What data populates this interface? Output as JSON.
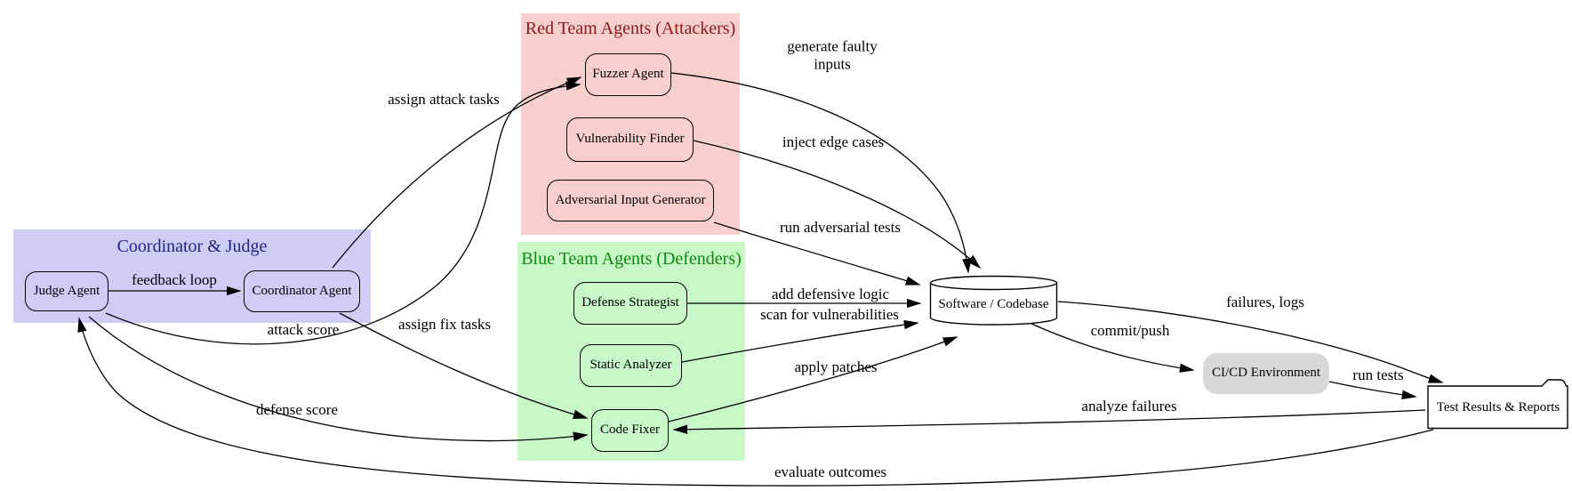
{
  "diagram": {
    "clusters": {
      "coordinator": {
        "title": "Coordinator & Judge",
        "bg": "#cdcdf6",
        "title_color": "#23238b"
      },
      "red_team": {
        "title": "Red Team Agents (Attackers)",
        "bg": "#f9cfcd",
        "title_color": "#8b1a1a"
      },
      "blue_team": {
        "title": "Blue Team Agents (Defenders)",
        "bg": "#c8f7c8",
        "title_color": "#0e8a0e"
      }
    },
    "nodes": {
      "judge": {
        "label": "Judge Agent",
        "shape": "rounded-rect",
        "fill": "#cdcdf6"
      },
      "coordinator": {
        "label": "Coordinator Agent",
        "shape": "rounded-rect",
        "fill": "#cdcdf6"
      },
      "fuzzer": {
        "label": "Fuzzer Agent",
        "shape": "rounded-rect",
        "fill": "#f9cfcd"
      },
      "vuln_finder": {
        "label": "Vulnerability Finder",
        "shape": "rounded-rect",
        "fill": "#f9cfcd"
      },
      "adv_input_gen": {
        "label": "Adversarial Input Generator",
        "shape": "rounded-rect",
        "fill": "#f9cfcd"
      },
      "defense_strategist": {
        "label": "Defense Strategist",
        "shape": "rounded-rect",
        "fill": "#c8f7c8"
      },
      "static_analyzer": {
        "label": "Static Analyzer",
        "shape": "rounded-rect",
        "fill": "#c8f7c8"
      },
      "code_fixer": {
        "label": "Code Fixer",
        "shape": "rounded-rect",
        "fill": "#c8f7c8"
      },
      "software": {
        "label": "Software / Codebase",
        "shape": "cylinder",
        "fill": "#ffffff"
      },
      "cicd": {
        "label": "CI/CD Environment",
        "shape": "rounded-rect",
        "fill": "#d8d8d8"
      },
      "test_results": {
        "label": "Test Results & Reports",
        "shape": "folder",
        "fill": "#ffffff"
      }
    },
    "edges": [
      {
        "from": "Judge Agent",
        "to": "Coordinator Agent",
        "label": "feedback loop"
      },
      {
        "from": "Coordinator Agent",
        "to": "Fuzzer Agent",
        "label": "assign attack tasks"
      },
      {
        "from": "Coordinator Agent",
        "to": "Code Fixer",
        "label": "assign fix tasks"
      },
      {
        "from": "Judge Agent",
        "to": "Fuzzer Agent",
        "label": "attack score"
      },
      {
        "from": "Judge Agent",
        "to": "Code Fixer",
        "label": "defense score"
      },
      {
        "from": "Fuzzer Agent",
        "to": "Software / Codebase",
        "label": "generate faulty inputs"
      },
      {
        "from": "Vulnerability Finder",
        "to": "Software / Codebase",
        "label": "inject edge cases"
      },
      {
        "from": "Adversarial Input Generator",
        "to": "Software / Codebase",
        "label": "run adversarial tests"
      },
      {
        "from": "Defense Strategist",
        "to": "Software / Codebase",
        "label": "add defensive logic"
      },
      {
        "from": "Static Analyzer",
        "to": "Software / Codebase",
        "label": "scan for vulnerabilities"
      },
      {
        "from": "Code Fixer",
        "to": "Software / Codebase",
        "label": "apply patches"
      },
      {
        "from": "Software / Codebase",
        "to": "CI/CD Environment",
        "label": "commit/push"
      },
      {
        "from": "Software / Codebase",
        "to": "Test Results & Reports",
        "label": "failures, logs"
      },
      {
        "from": "CI/CD Environment",
        "to": "Test Results & Reports",
        "label": "run tests"
      },
      {
        "from": "Test Results & Reports",
        "to": "Code Fixer",
        "label": "analyze failures"
      },
      {
        "from": "Test Results & Reports",
        "to": "Judge Agent",
        "label": "evaluate outcomes"
      }
    ],
    "edge_color": "#000000"
  }
}
